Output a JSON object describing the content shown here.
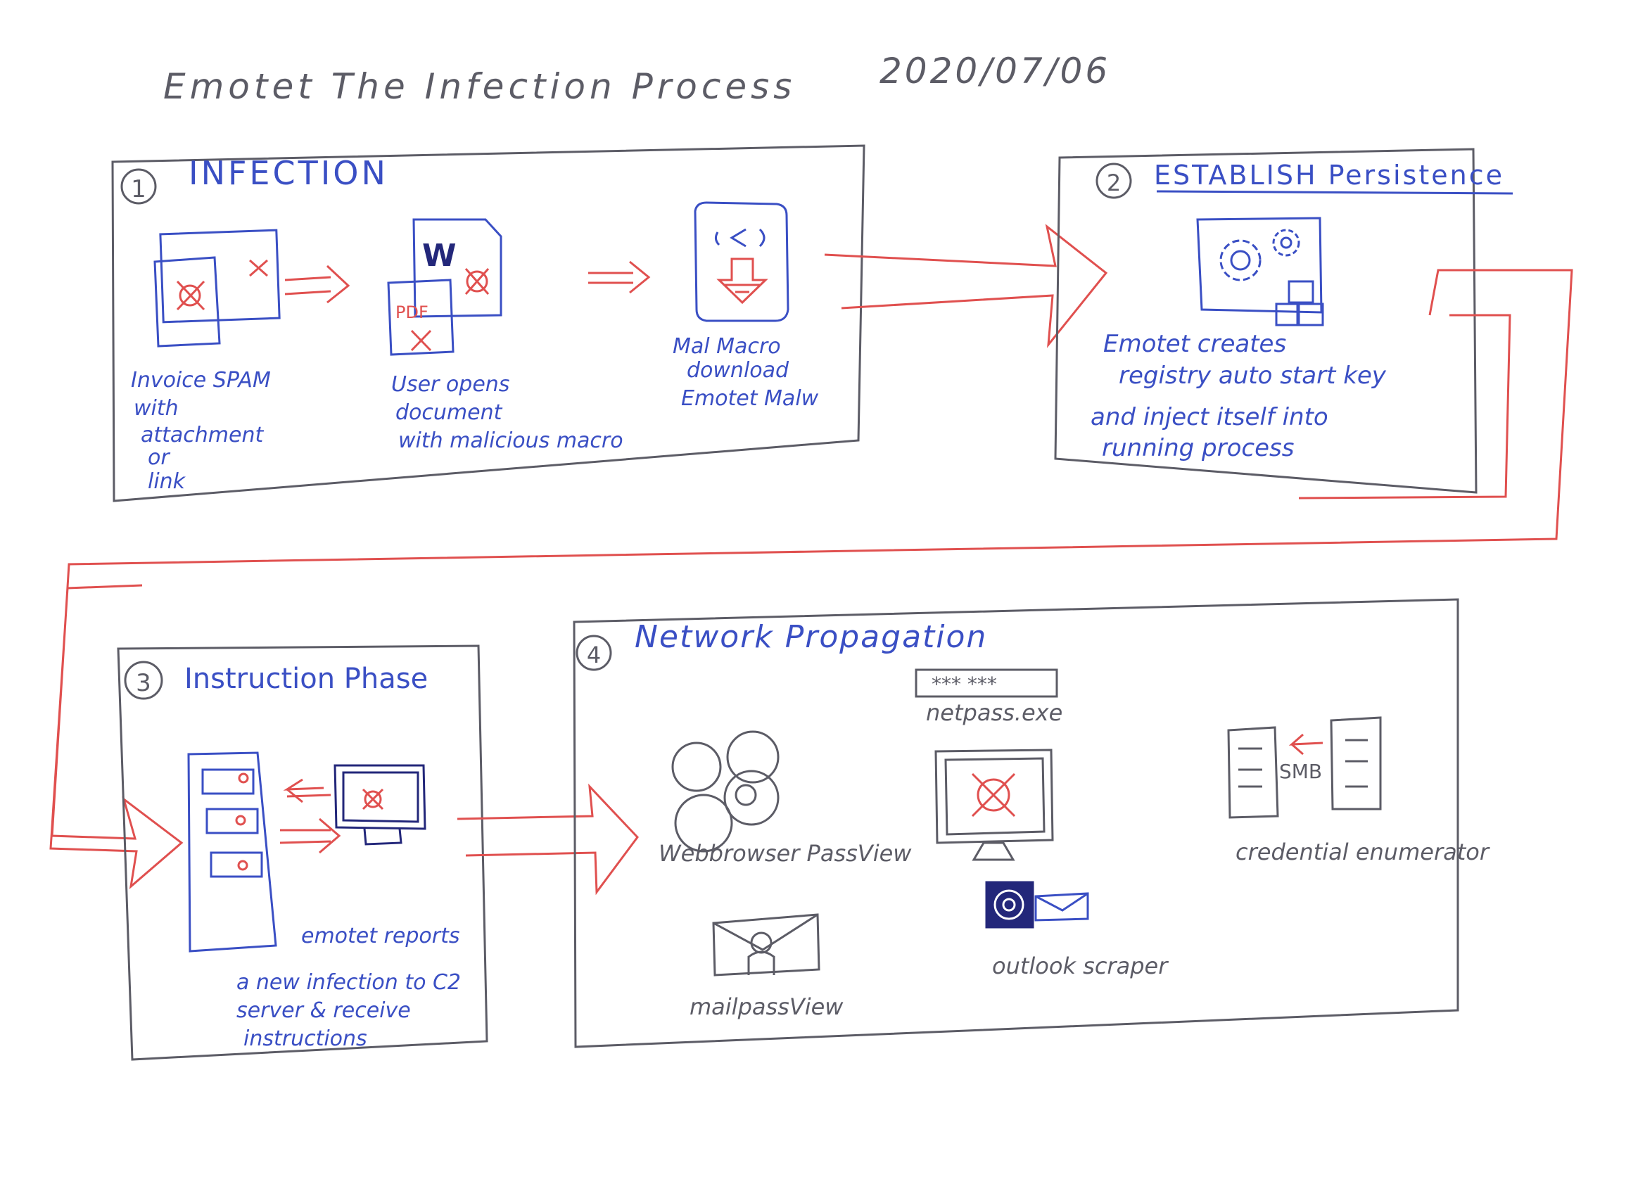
{
  "header": {
    "title": "Emotet The Infection Process",
    "date": "2020/07/06"
  },
  "colors": {
    "ink_blue": "#3a4fc4",
    "ink_red": "#e0504f",
    "ink_gray": "#5c5c66",
    "ink_navy": "#23277a"
  },
  "stages": [
    {
      "number": "1",
      "title": "INFECTION",
      "steps": [
        {
          "icon": "infected-document-icon",
          "caption": [
            "Invoice SPAM",
            "with",
            "attachment",
            "or",
            "link"
          ]
        },
        {
          "icon": "word-pdf-document-icon",
          "badges": [
            "W",
            "PDF"
          ],
          "caption": [
            "User opens",
            "document",
            "with malicious macro"
          ]
        },
        {
          "icon": "macro-download-icon",
          "caption": [
            "Mal Macro",
            "download",
            "Emotet Malw"
          ]
        }
      ]
    },
    {
      "number": "2",
      "title": "ESTABLISH Persistence",
      "icon": "settings-gears-icon",
      "caption": [
        "Emotet creates",
        "registry auto start key",
        "and inject itself into",
        "running process"
      ]
    },
    {
      "number": "3",
      "title": "Instruction Phase",
      "icon": "c2-server-icon",
      "caption": [
        "emotet reports",
        "a new infection to C2",
        "server & receive",
        "instructions"
      ]
    },
    {
      "number": "4",
      "title": "Network Propagation",
      "tools": [
        {
          "icon": "browser-icons-icon",
          "label": "Webbrowser PassView"
        },
        {
          "icon": "mail-icon",
          "label": "mailpassView"
        },
        {
          "icon": "password-field-icon",
          "field": "*** ***",
          "label": "netpass.exe"
        },
        {
          "icon": "outlook-icon",
          "label": "outlook scraper"
        },
        {
          "icon": "smb-share-icon",
          "badge": "SMB",
          "label": "credential enumerator"
        }
      ]
    }
  ]
}
